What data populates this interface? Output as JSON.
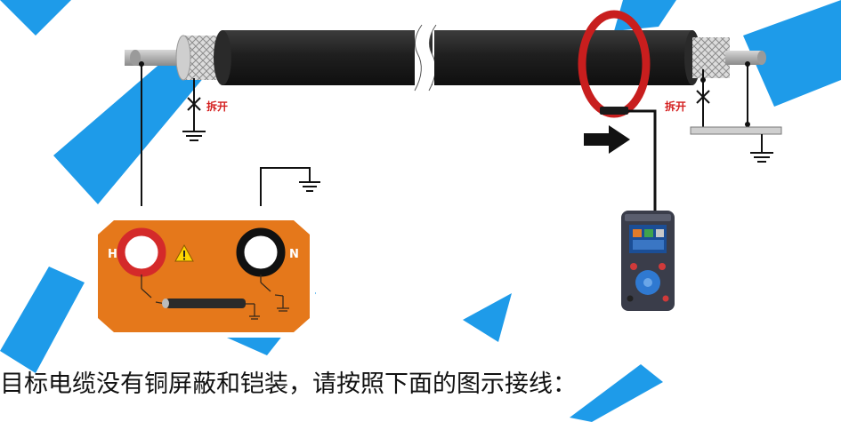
{
  "labels": {
    "disconnect_left": "拆开",
    "disconnect_right": "拆开",
    "terminal_h": "H",
    "terminal_n": "N"
  },
  "caption": "目标电缆没有铜屏蔽和铠装，请按照下面的图示接线：",
  "colors": {
    "watermark": "#1e9be9",
    "cable_jacket": "#1f1f1f",
    "shield_braid": "#d9d9d9",
    "clamp_ring": "#c81e1e",
    "device_panel": "#e5781b",
    "terminal_h_ring": "#d42a2a",
    "terminal_n_ring": "#111111",
    "disconnect_label": "#d42020",
    "meter_body": "#3a3d4a",
    "meter_screen": "#1b4e96",
    "meter_dpad": "#2f79d1"
  },
  "icons": [
    "warning-icon",
    "ground-icon",
    "arrow-right-icon"
  ]
}
